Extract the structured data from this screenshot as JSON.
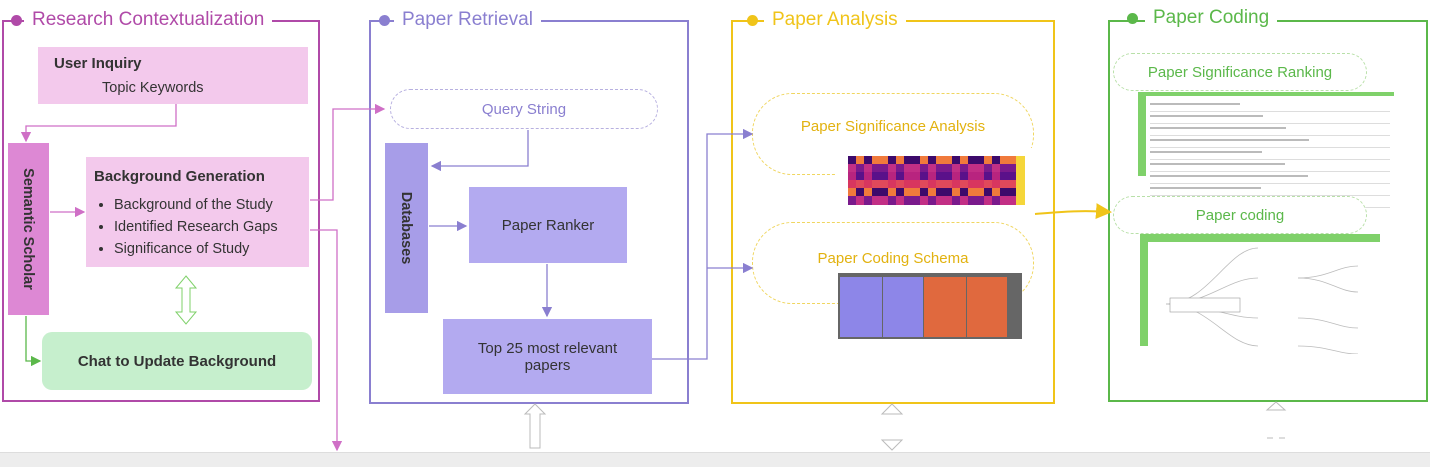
{
  "panels": {
    "research": {
      "title": "Research Contextualization",
      "color": "#b04aa8"
    },
    "retrieval": {
      "title": "Paper Retrieval",
      "color": "#8a7fd0"
    },
    "analysis": {
      "title": "Paper Analysis",
      "color": "#f0c419"
    },
    "coding": {
      "title": "Paper Coding",
      "color": "#5bb84a"
    }
  },
  "research": {
    "user_inquiry": {
      "title": "User Inquiry",
      "subtitle": "Topic Keywords"
    },
    "semantic_scholar": "Semantic Scholar",
    "background": {
      "title": "Background Generation",
      "items": [
        "Background of the Study",
        "Identified Research Gaps",
        "Significance of Study"
      ]
    },
    "chat": "Chat to Update Background"
  },
  "retrieval": {
    "query": "Query String",
    "databases": "Databases",
    "ranker": "Paper Ranker",
    "top": "Top 25 most relevant papers"
  },
  "analysis": {
    "significance": "Paper Significance Analysis",
    "schema": "Paper Coding Schema"
  },
  "coding": {
    "ranking": "Paper Significance Ranking",
    "coding": "Paper coding"
  }
}
